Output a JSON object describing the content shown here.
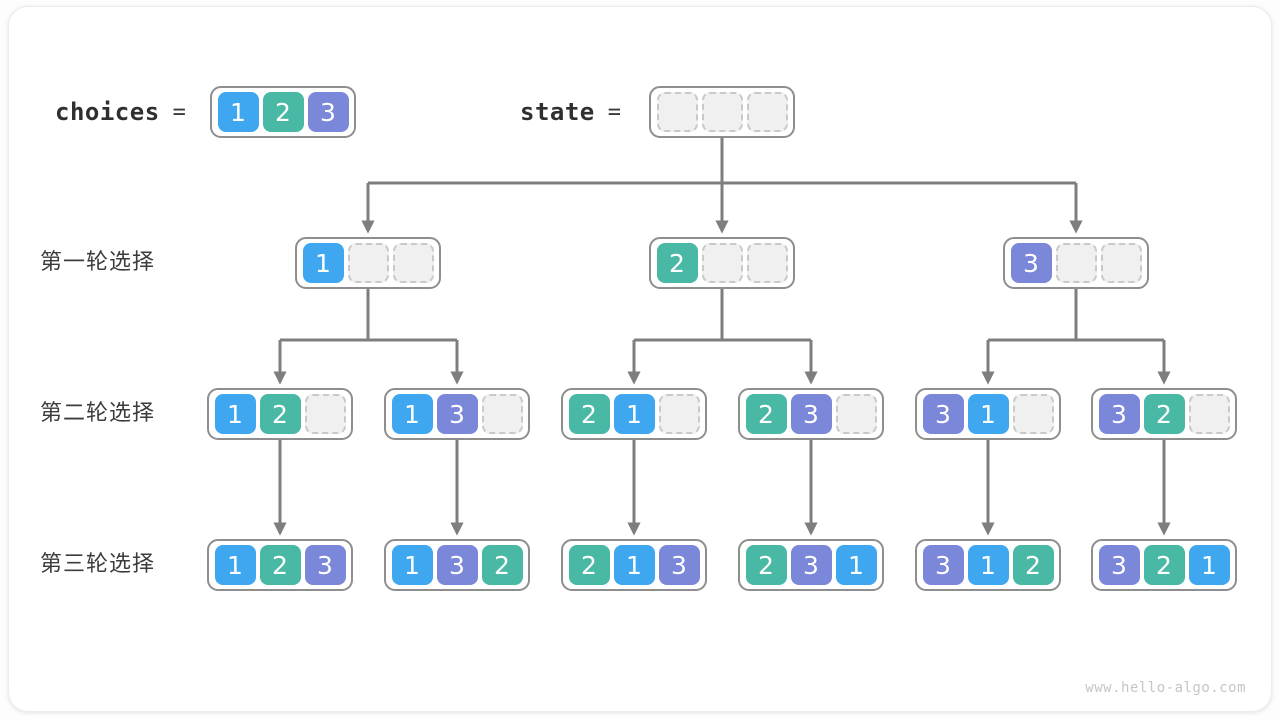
{
  "colors": {
    "cell_1": "#3fa7f0",
    "cell_2": "#49b8a5",
    "cell_3": "#7b87d9",
    "arrow": "#7e7e7e",
    "node_border": "#8e8e8e",
    "empty_cell_bg": "#f0f0f0",
    "empty_cell_border": "#c9c9c9"
  },
  "header": {
    "choices": {
      "label": "choices",
      "equals": "=",
      "cells": [
        "1",
        "2",
        "3"
      ]
    },
    "state": {
      "label": "state",
      "equals": "=",
      "cells": [
        "",
        "",
        ""
      ]
    }
  },
  "rows": [
    {
      "label": "第一轮选择",
      "nodes": [
        [
          "1",
          "",
          ""
        ],
        [
          "2",
          "",
          ""
        ],
        [
          "3",
          "",
          ""
        ]
      ]
    },
    {
      "label": "第二轮选择",
      "nodes": [
        [
          "1",
          "2",
          ""
        ],
        [
          "1",
          "3",
          ""
        ],
        [
          "2",
          "1",
          ""
        ],
        [
          "2",
          "3",
          ""
        ],
        [
          "3",
          "1",
          ""
        ],
        [
          "3",
          "2",
          ""
        ]
      ]
    },
    {
      "label": "第三轮选择",
      "nodes": [
        [
          "1",
          "2",
          "3"
        ],
        [
          "1",
          "3",
          "2"
        ],
        [
          "2",
          "1",
          "3"
        ],
        [
          "2",
          "3",
          "1"
        ],
        [
          "3",
          "1",
          "2"
        ],
        [
          "3",
          "2",
          "1"
        ]
      ]
    }
  ],
  "watermark": "www.hello-algo.com"
}
